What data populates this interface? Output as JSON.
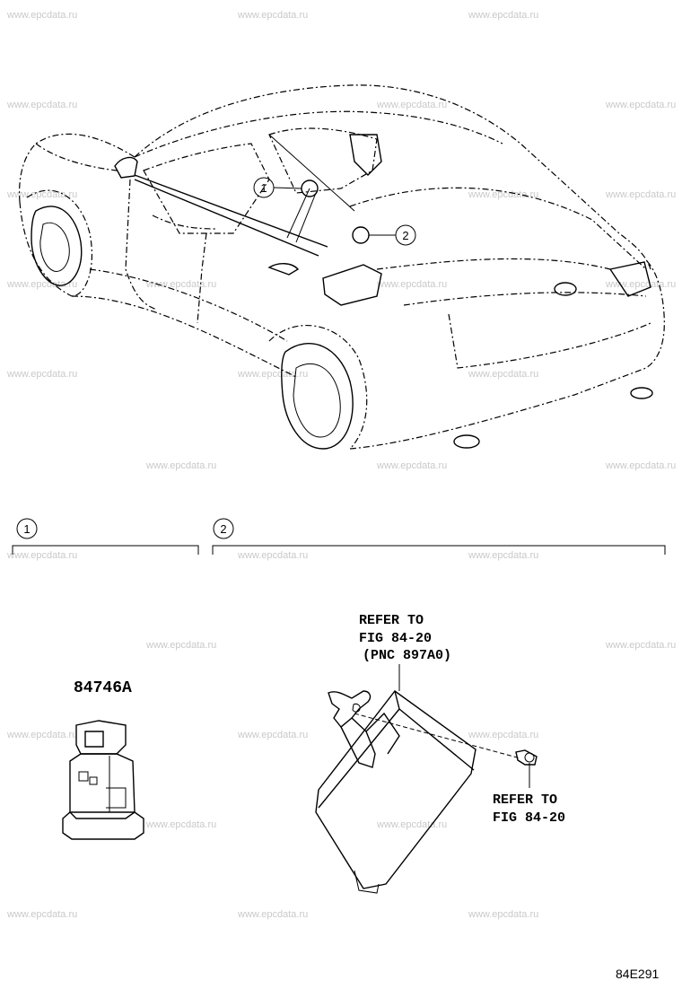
{
  "watermark": "www.epcdata.ru",
  "callouts": {
    "one": "1",
    "two": "2"
  },
  "sections": {
    "one": {
      "number": "1"
    },
    "two": {
      "number": "2"
    }
  },
  "part_number": "84746A",
  "refer_top": {
    "line1": "REFER TO",
    "line2": "FIG 84-20",
    "line3": "(PNC 897A0)"
  },
  "refer_bottom": {
    "line1": "REFER TO",
    "line2": "FIG 84-20"
  },
  "figure_code": "84E291"
}
